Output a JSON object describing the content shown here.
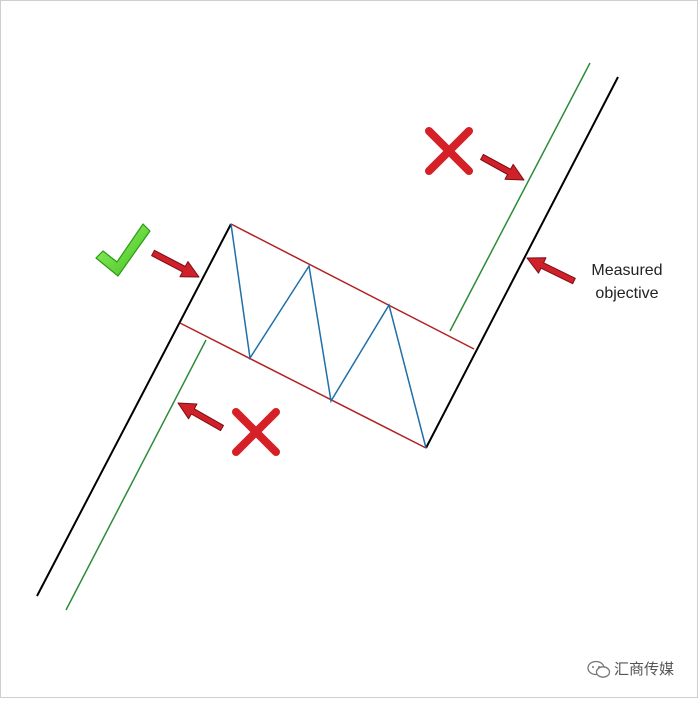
{
  "annotation": {
    "line1": "Measured",
    "line2": "objective"
  },
  "watermark": {
    "text": "汇商传媒",
    "icon": "wechat-icon"
  },
  "colors": {
    "background": "#ffffff",
    "move_line": "#000000",
    "entry_line": "#2e8b3a",
    "channel": "#b22222",
    "zigzag": "#1f6fa8",
    "arrow_fill": "#d0202a",
    "arrow_stroke": "#7a0f14",
    "cross": "#d42026",
    "check": "#5ed82e"
  },
  "icons": {
    "valid": "check-icon",
    "invalid": "cross-icon",
    "pointer": "arrow-icon"
  }
}
